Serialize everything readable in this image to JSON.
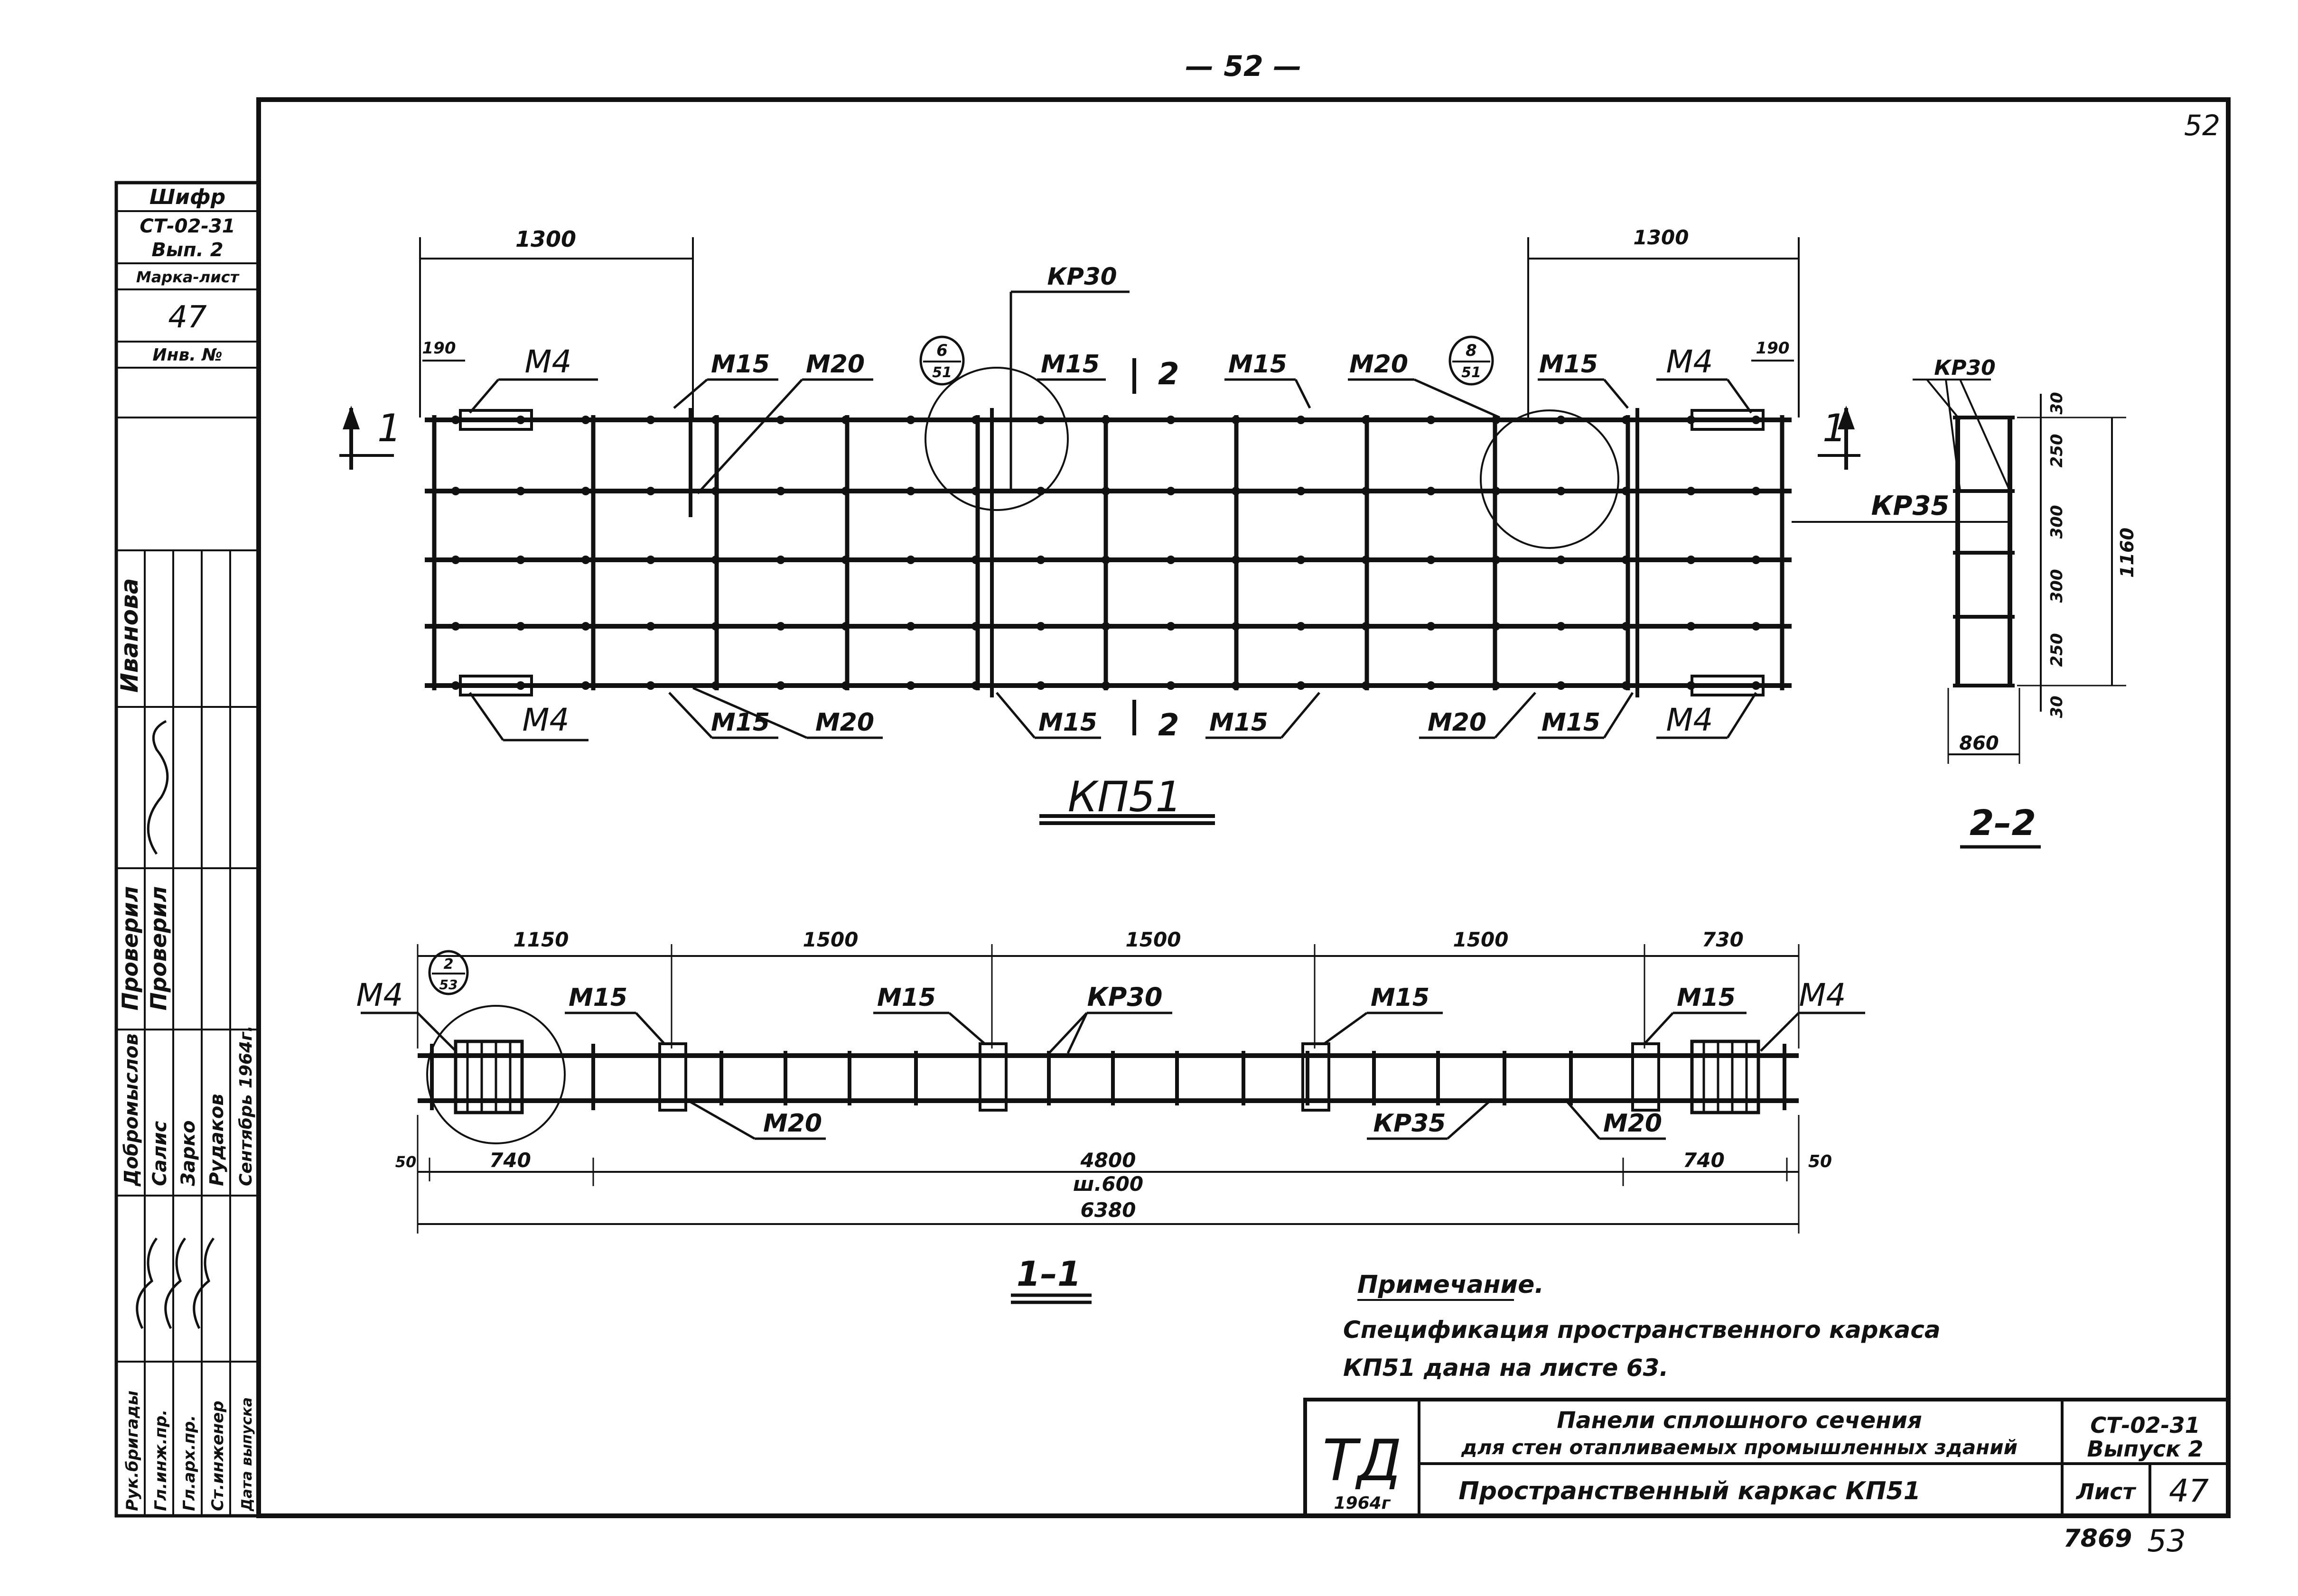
{
  "page_number_top": "— 52 —",
  "page_number_corner": "52",
  "stamp_bottom": "7869",
  "stamp_bottom_page": "53",
  "side_block": {
    "cipher_label": "Шифр",
    "cipher_value_1": "СТ-02-31",
    "cipher_value_2": "Вып. 2",
    "mark_sheet_label": "Марка-лист",
    "mark_sheet_value": "47",
    "inventory_label": "Инв. №",
    "names": [
      "Иванова",
      "Проверил",
      "Проверил"
    ],
    "roles": [
      "Рук.бригады",
      "Гл.инж.пр.",
      "Гл.арх.пр.",
      "Ст.инженер",
      "Дата выпуска"
    ],
    "people": [
      "Добромыслов",
      "Салис",
      "Зарко",
      "Рудаков",
      "Сентябрь 1964г."
    ]
  },
  "plan_view": {
    "title": "КП51",
    "dims_top": [
      "1300",
      "1300",
      "190",
      "190"
    ],
    "labels": {
      "kp30_top": "КР30",
      "m4": "М4",
      "m15": "М15",
      "m20": "М20",
      "kp35": "КР35",
      "callout_left_num": "6",
      "callout_left_den": "51",
      "callout_right_num": "8",
      "callout_right_den": "51",
      "section_1": "1",
      "section_2": "2"
    }
  },
  "section_2_2": {
    "title": "2–2",
    "kp30": "КР30",
    "dims_right": [
      "30",
      "250",
      "300",
      "300",
      "250",
      "30"
    ],
    "overall": "1160",
    "width": "860"
  },
  "section_1_1": {
    "title": "1–1",
    "dims_top": [
      "1150",
      "1500",
      "1500",
      "1500",
      "730"
    ],
    "dims_bottom": [
      "50",
      "740",
      "4800",
      "ш.600",
      "740",
      "50"
    ],
    "overall": "6380",
    "labels": {
      "m4": "М4",
      "m15": "М15",
      "m20": "М20",
      "kp30": "КР30",
      "kp35": "КР35",
      "callout_num": "2",
      "callout_den": "53"
    }
  },
  "note": {
    "heading": "Примечание.",
    "line1": "Спецификация пространственного каркаса",
    "line2": "КП51 дана на листе 63."
  },
  "title_block": {
    "logo": "ТД",
    "year": "1964г",
    "line1": "Панели сплошного сечения",
    "line2": "для стен отапливаемых промышленных зданий",
    "series": "СТ-02-31",
    "issue": "Выпуск 2",
    "drawing_name": "Пространственный каркас КП51",
    "sheet_label": "Лист",
    "sheet_number": "47"
  }
}
